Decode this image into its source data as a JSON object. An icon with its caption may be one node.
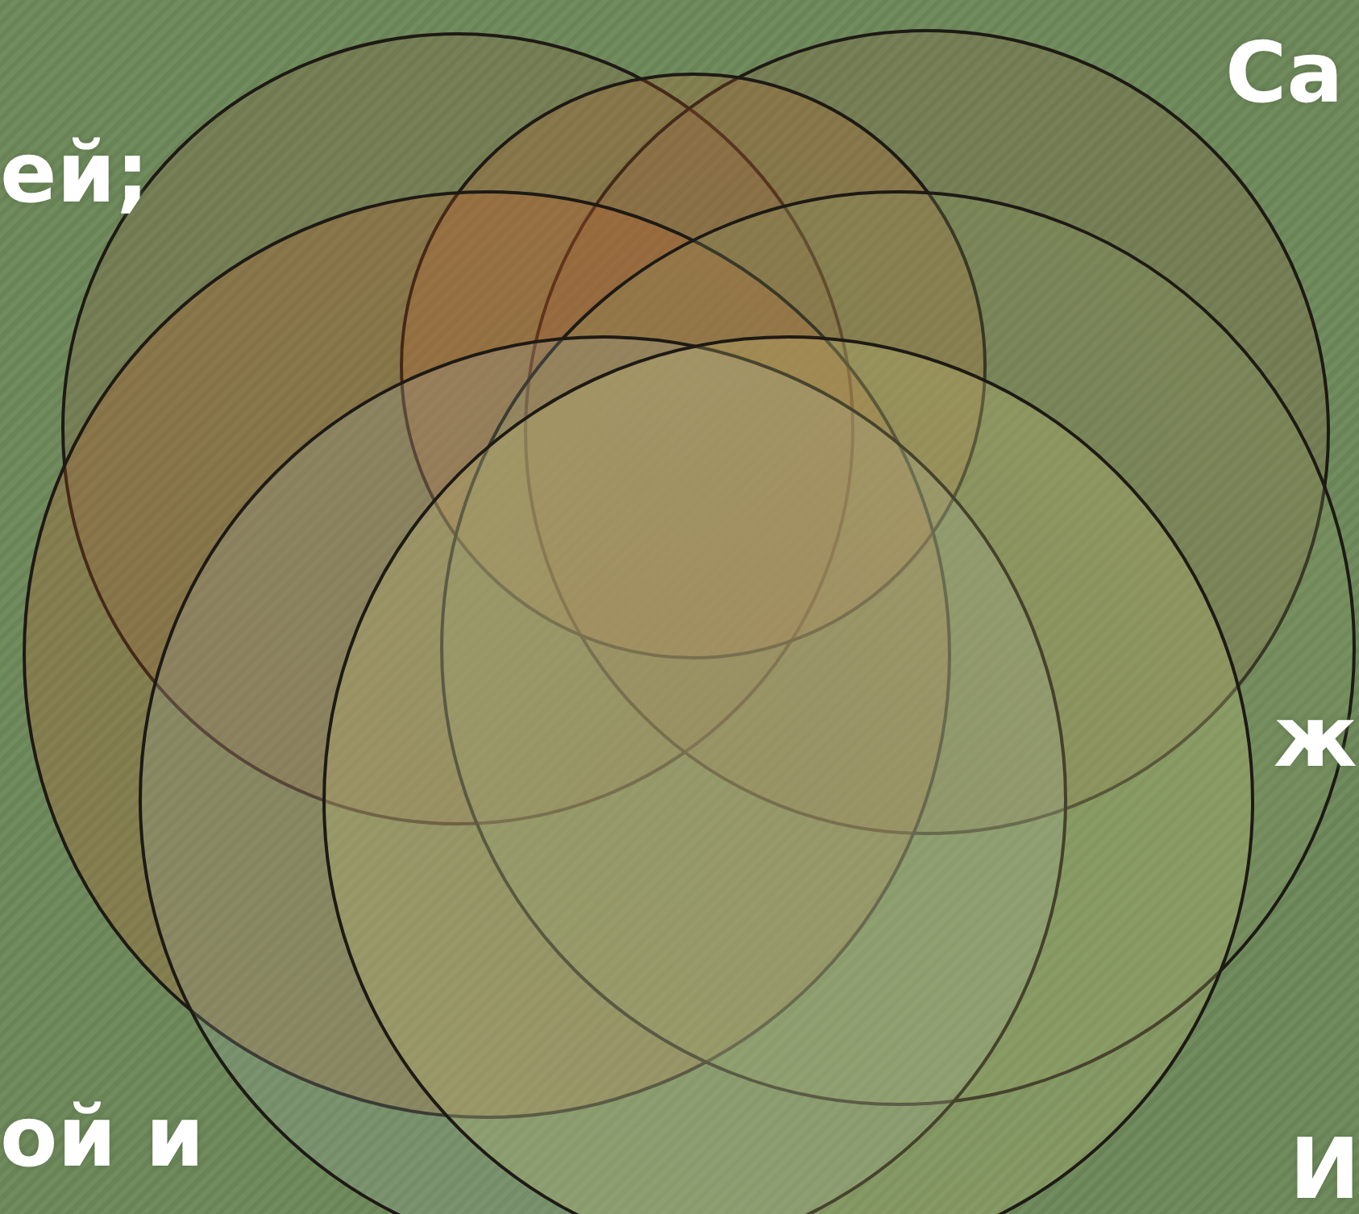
{
  "diagram": {
    "nodes": [
      {
        "text": [],
        "shape": "circle"
      },
      {
        "text": [],
        "shape": "circle"
      },
      {
        "text": [],
        "shape": "circle"
      },
      {
        "text": [],
        "shape": "circle"
      },
      {
        "text": [],
        "shape": "circle"
      },
      {
        "text": [],
        "shape": "circle"
      },
      {
        "text": [],
        "shape": "circle"
      }
    ],
    "labels": [
      "ей;",
      "Са",
      "ж",
      "ой и",
      "И"
    ]
  }
}
